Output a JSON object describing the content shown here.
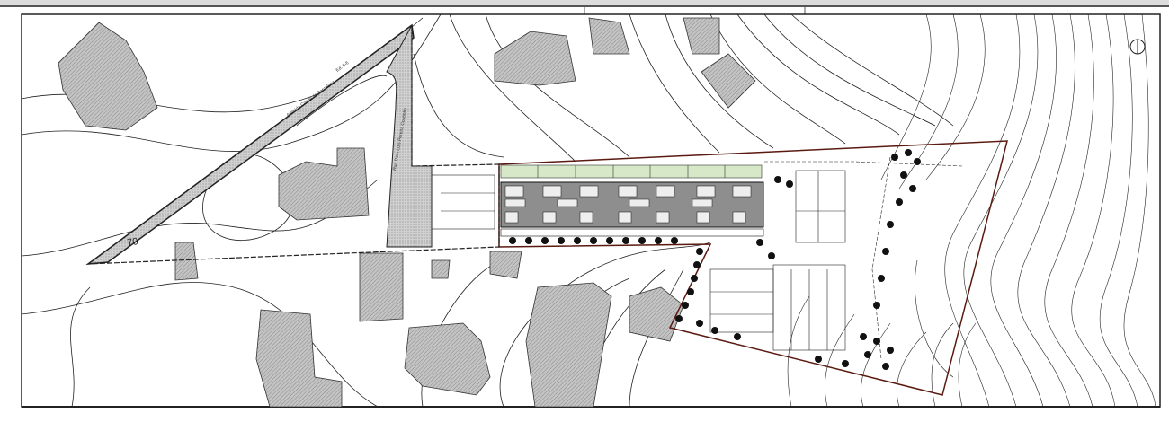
{
  "drawing": {
    "type": "site plan",
    "contour_label": "70",
    "road_labels": [
      "Avenida Conde de Barcelona",
      "Ed. 5-6",
      "Rua Dom Luís Pereira Coutinho"
    ],
    "colors": {
      "building_fill": "#b8b8b8",
      "road_fill": "#c8c8c8",
      "green_strip": "#d6e8c8",
      "site_boundary": "#5a1a10",
      "line": "#111111"
    }
  }
}
